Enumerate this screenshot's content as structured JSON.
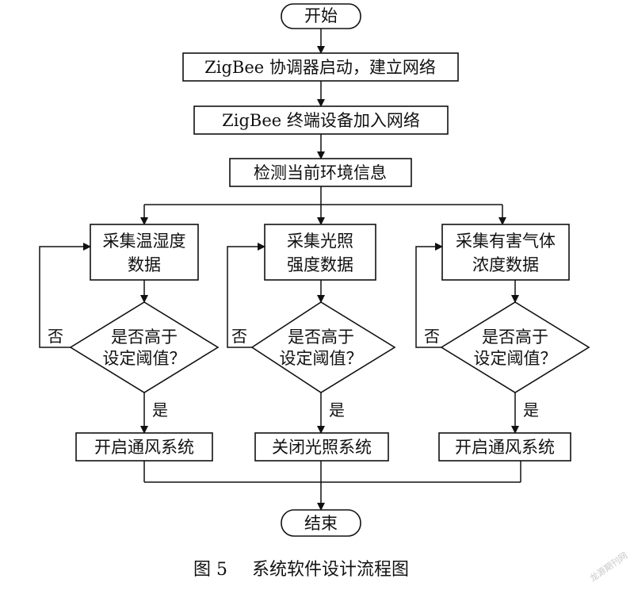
{
  "nodes": {
    "start": "开始",
    "coord": "ZigBee 协调器启动，建立网络",
    "terminal": "ZigBee 终端设备加入网络",
    "detect": "检测当前环境信息",
    "col1_collect": [
      "采集温湿度",
      "数据"
    ],
    "col2_collect": [
      "采集光照",
      "强度数据"
    ],
    "col3_collect": [
      "采集有害气体",
      "浓度数据"
    ],
    "decision": [
      "是否高于",
      "设定阈值？"
    ],
    "col1_action": "开启通风系统",
    "col2_action": "关闭光照系统",
    "col3_action": "开启通风系统",
    "end": "结束"
  },
  "labels": {
    "yes": "是",
    "no": "否"
  },
  "caption": {
    "number": "图 5",
    "title": "系统软件设计流程图"
  },
  "watermark": "龙源期刊网"
}
